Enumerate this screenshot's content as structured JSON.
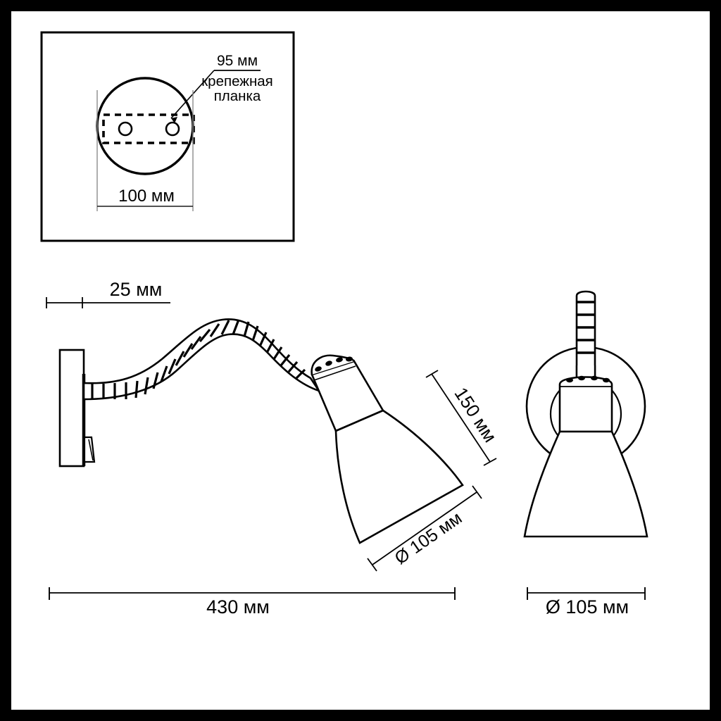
{
  "drawing": {
    "title": "wall-lamp-technical-drawing",
    "units": "mm",
    "line_color": "#000000",
    "thin_line_color": "#777777",
    "background": "#ffffff",
    "frame_color": "#000000"
  },
  "detail_view": {
    "name": "mounting-base-detail",
    "callout_dimension": "95 мм",
    "callout_note_line1": "крепежная",
    "callout_note_line2": "планка",
    "width_dimension": "100 мм"
  },
  "side_view": {
    "name": "side-elevation",
    "depth_dimension": "25 мм",
    "shade_height_dimension": "150 мм",
    "shade_diameter_dimension": "Ø 105 мм",
    "overall_length_dimension": "430  мм"
  },
  "front_view": {
    "name": "front-elevation",
    "diameter_dimension": "Ø 105 мм"
  }
}
